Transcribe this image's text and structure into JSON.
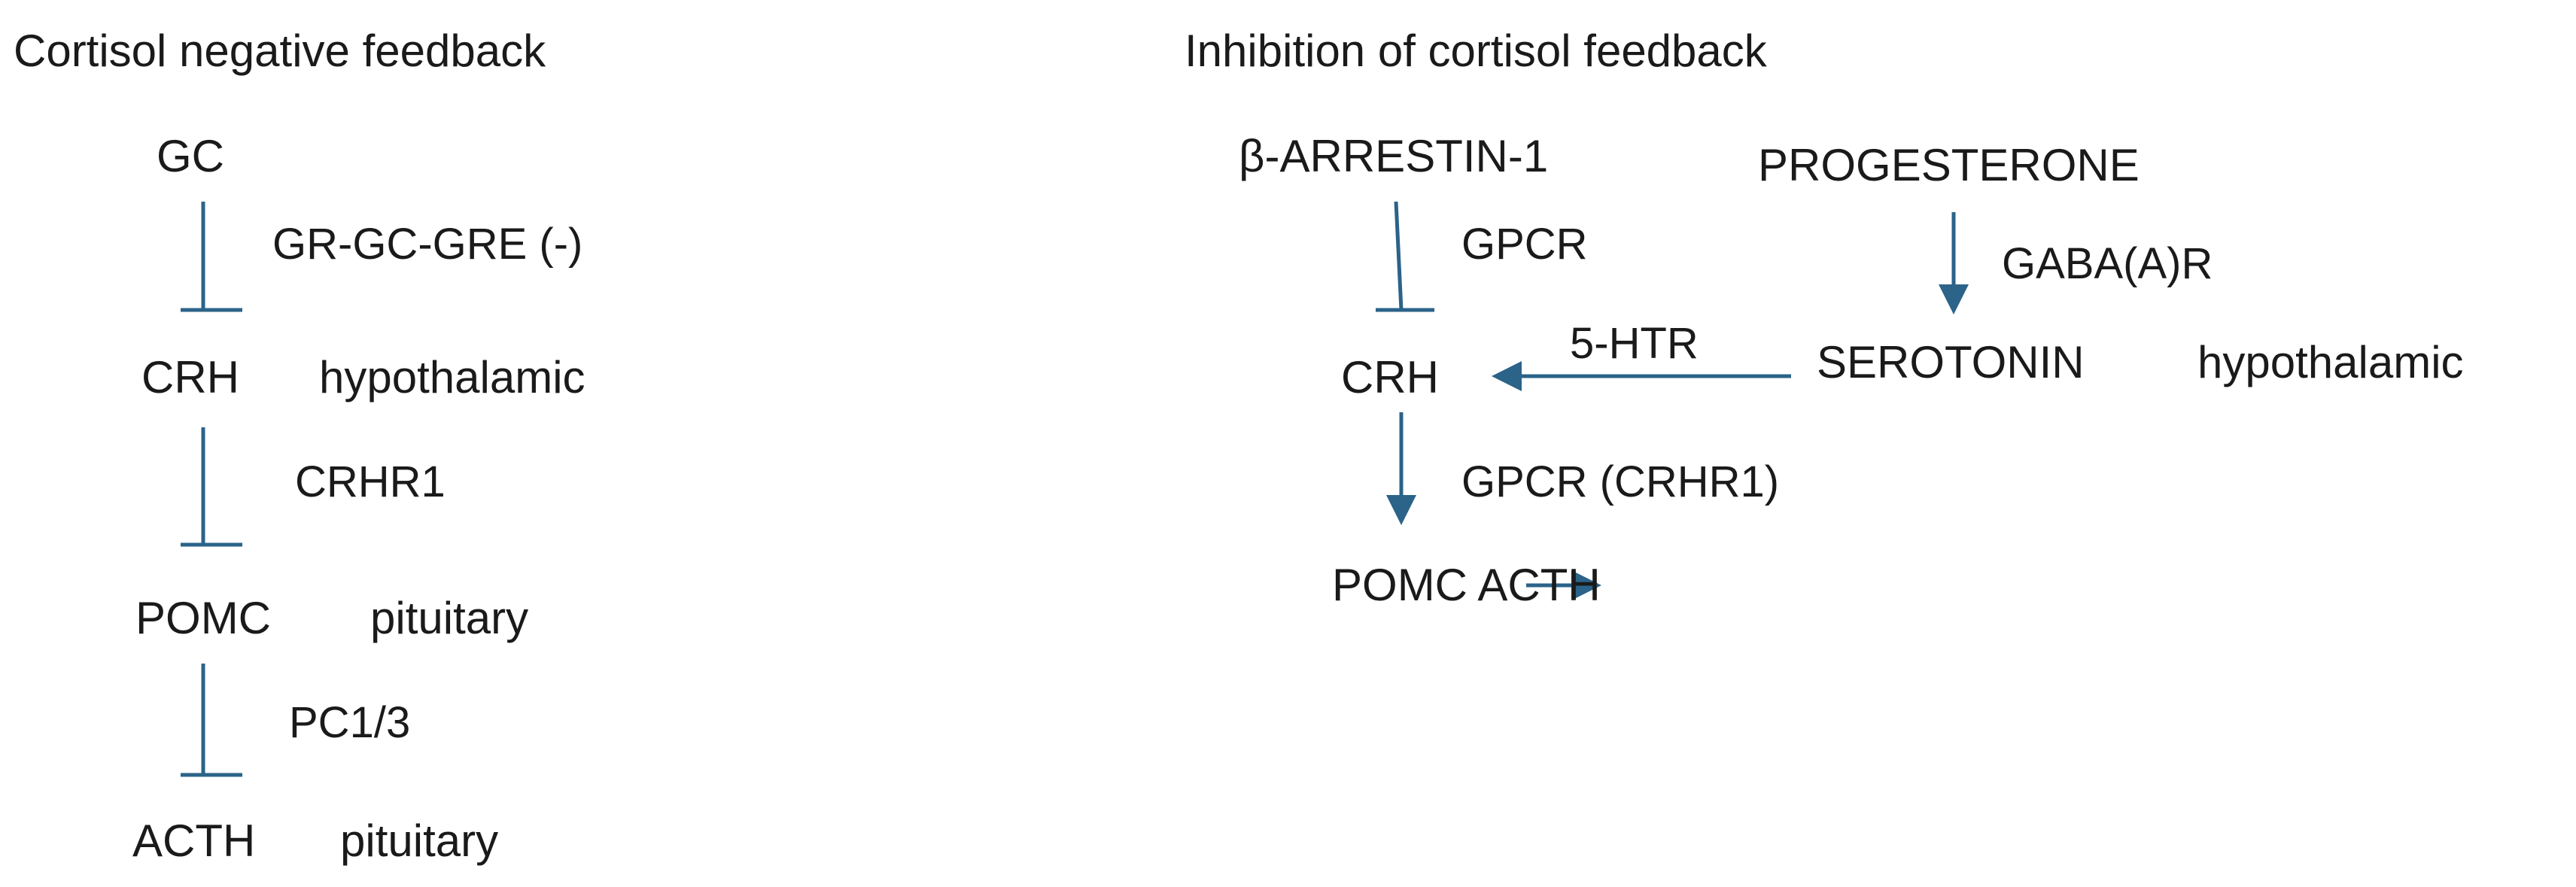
{
  "left_panel": {
    "title": "Cortisol negative feedback",
    "nodes": {
      "gc": "GC",
      "crh": "CRH",
      "crh_site": "hypothalamic",
      "pomc": "POMC",
      "pomc_site": "pituitary",
      "acth": "ACTH",
      "acth_site": "pituitary"
    },
    "edges": {
      "gc_to_crh": "GR-GC-GRE (-)",
      "crh_to_pomc": "CRHR1",
      "pomc_to_acth": "PC1/3"
    }
  },
  "right_panel": {
    "title": "Inhibition of cortisol feedback",
    "nodes": {
      "arrestin": "β-ARRESTIN-1",
      "progesterone": "PROGESTERONE",
      "crh": "CRH",
      "serotonin": "SEROTONIN",
      "serotonin_site": "hypothalamic",
      "pomc_acth": "POMC ACTH"
    },
    "edges": {
      "arrestin_to_crh": "GPCR",
      "progesterone_to_serotonin": "GABA(A)R",
      "serotonin_to_crh": "5-HTR",
      "crh_to_pomc": "GPCR (CRHR1)"
    }
  },
  "colors": {
    "connector": "#2b6389",
    "text": "#1a1a1a",
    "background": "#ffffff"
  }
}
